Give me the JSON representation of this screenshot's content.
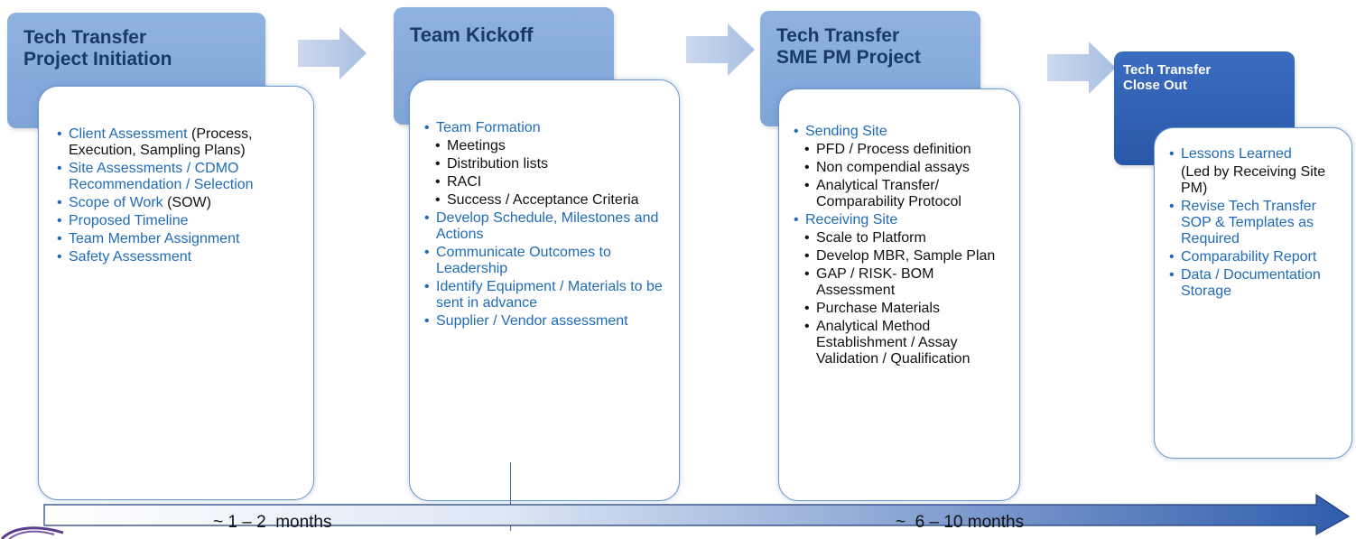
{
  "stages": [
    {
      "title_lines": [
        "Tech Transfer",
        "Project Initiation"
      ],
      "items": [
        {
          "level": 1,
          "text": "Client Assessment",
          "suffix": " (Process, Execution, Sampling Plans)"
        },
        {
          "level": 1,
          "text": "Site Assessments / CDMO Recommendation / Selection"
        },
        {
          "level": 1,
          "text": "Scope of Work",
          "suffix": " (SOW)"
        },
        {
          "level": 1,
          "text": "Proposed Timeline"
        },
        {
          "level": 1,
          "text": "Team Member Assignment"
        },
        {
          "level": 1,
          "text": "Safety Assessment"
        }
      ]
    },
    {
      "title_lines": [
        "Team Kickoff"
      ],
      "items": [
        {
          "level": 1,
          "text": "Team Formation"
        },
        {
          "level": 2,
          "text": "Meetings"
        },
        {
          "level": 2,
          "text": "Distribution lists"
        },
        {
          "level": 2,
          "text": "RACI"
        },
        {
          "level": 2,
          "text": "Success / Acceptance Criteria"
        },
        {
          "level": 1,
          "text": "Develop Schedule, Milestones and Actions"
        },
        {
          "level": 1,
          "text": "Communicate Outcomes to Leadership"
        },
        {
          "level": 1,
          "text": "Identify Equipment / Materials to be sent in advance"
        },
        {
          "level": 1,
          "text": "Supplier / Vendor assessment"
        }
      ]
    },
    {
      "title_lines": [
        "Tech Transfer",
        "SME PM Project"
      ],
      "items": [
        {
          "level": 1,
          "text": "Sending Site"
        },
        {
          "level": 2,
          "text": "PFD / Process definition"
        },
        {
          "level": 2,
          "text": "Non compendial assays"
        },
        {
          "level": 2,
          "text": "Analytical Transfer/ Comparability Protocol"
        },
        {
          "level": 1,
          "text": "Receiving Site"
        },
        {
          "level": 2,
          "text": "Scale to Platform"
        },
        {
          "level": 2,
          "text": "Develop MBR, Sample Plan"
        },
        {
          "level": 2,
          "text": "GAP / RISK- BOM Assessment"
        },
        {
          "level": 2,
          "text": "Purchase Materials"
        },
        {
          "level": 2,
          "text": "Analytical Method Establishment / Assay Validation  / Qualification"
        }
      ]
    },
    {
      "title_lines": [
        "Tech Transfer",
        "Close Out"
      ],
      "items": [
        {
          "level": 1,
          "text": "Lessons Learned"
        },
        {
          "level": 0,
          "text": "(Led by Receiving Site PM)"
        },
        {
          "level": 1,
          "text": "Revise Tech Transfer SOP & Templates as Required"
        },
        {
          "level": 1,
          "text": "Comparability Report"
        },
        {
          "level": 1,
          "text": "Data / Documentation Storage"
        }
      ]
    }
  ],
  "timeline": {
    "label_left": "~ 1 – 2  months",
    "label_right": "~  6 – 10 months"
  },
  "colors": {
    "header_light": "#8fb2e0",
    "header_dark": "#2d5fb0",
    "bullet_blue": "#1f6bb8",
    "timeline_end": "#2f5cad"
  }
}
